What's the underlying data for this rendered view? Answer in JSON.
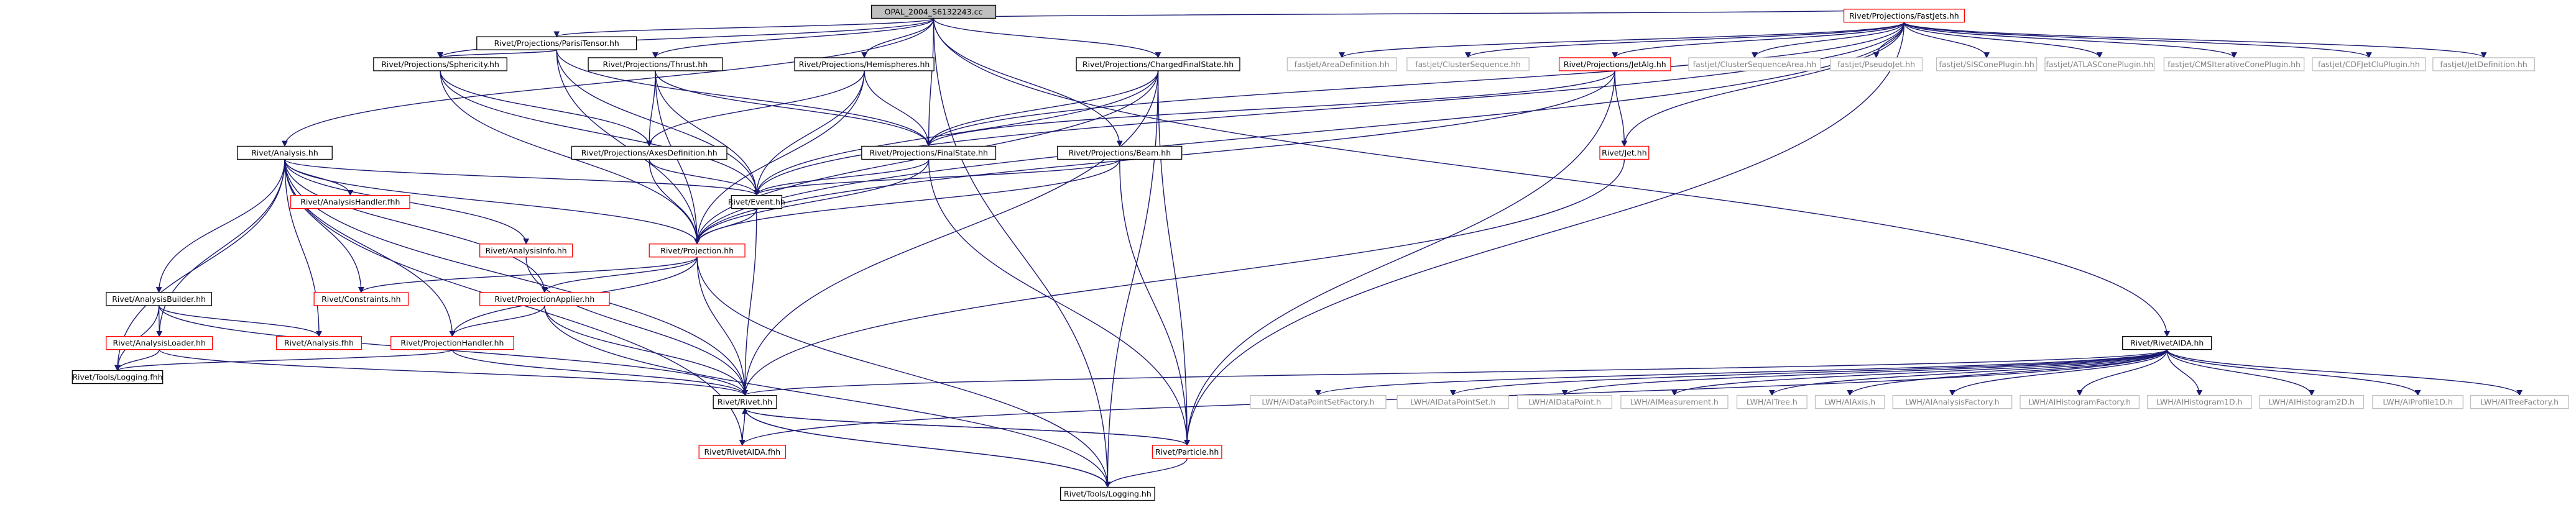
{
  "colors": {
    "edge": "#191970",
    "edge_alt": "#006400",
    "border_normal": "#000000",
    "border_red": "#ff0000",
    "border_grey": "#bfbfbf",
    "text_normal": "#000000",
    "text_grey": "#808080",
    "root_fill": "#bfbfbf",
    "node_fill": "#ffffff"
  },
  "nodes": [
    {
      "id": "root",
      "label": "OPAL_2004_S6132243.cc",
      "style": "root"
    },
    {
      "id": "fastjets",
      "label": "Rivet/Projections/FastJets.hh",
      "style": "red"
    },
    {
      "id": "paris",
      "label": "Rivet/Projections/ParisiTensor.hh",
      "style": "normal"
    },
    {
      "id": "thrust",
      "label": "Rivet/Projections/Thrust.hh",
      "style": "normal"
    },
    {
      "id": "hemis",
      "label": "Rivet/Projections/Hemispheres.hh",
      "style": "normal"
    },
    {
      "id": "cfs",
      "label": "Rivet/Projections/ChargedFinalState.hh",
      "style": "normal"
    },
    {
      "id": "sphericity",
      "label": "Rivet/Projections/Sphericity.hh",
      "style": "normal"
    },
    {
      "id": "analysis",
      "label": "Rivet/Analysis.hh",
      "style": "normal"
    },
    {
      "id": "axesdef",
      "label": "Rivet/Projections/AxesDefinition.hh",
      "style": "normal"
    },
    {
      "id": "fs",
      "label": "Rivet/Projections/FinalState.hh",
      "style": "normal"
    },
    {
      "id": "beam",
      "label": "Rivet/Projections/Beam.hh",
      "style": "normal"
    },
    {
      "id": "event",
      "label": "Rivet/Event.hh",
      "style": "normal"
    },
    {
      "id": "analysishandler",
      "label": "Rivet/AnalysisHandler.fhh",
      "style": "red"
    },
    {
      "id": "analysisinfo",
      "label": "Rivet/AnalysisInfo.hh",
      "style": "red"
    },
    {
      "id": "projection",
      "label": "Rivet/Projection.hh",
      "style": "red"
    },
    {
      "id": "constraints",
      "label": "Rivet/Constraints.hh",
      "style": "red"
    },
    {
      "id": "projapplier",
      "label": "Rivet/ProjectionApplier.hh",
      "style": "red"
    },
    {
      "id": "analysisbuilder",
      "label": "Rivet/AnalysisBuilder.hh",
      "style": "normal"
    },
    {
      "id": "analysisloader",
      "label": "Rivet/AnalysisLoader.hh",
      "style": "red"
    },
    {
      "id": "analysisfhh",
      "label": "Rivet/Analysis.fhh",
      "style": "red"
    },
    {
      "id": "projhandler",
      "label": "Rivet/ProjectionHandler.hh",
      "style": "red"
    },
    {
      "id": "loggingfhh",
      "label": "Rivet/Tools/Logging.fhh",
      "style": "normal"
    },
    {
      "id": "rivethh",
      "label": "Rivet/Rivet.hh",
      "style": "normal"
    },
    {
      "id": "rivetaidafhh",
      "label": "Rivet/RivetAIDA.fhh",
      "style": "red"
    },
    {
      "id": "particle",
      "label": "Rivet/Particle.hh",
      "style": "red"
    },
    {
      "id": "logginghh",
      "label": "Rivet/Tools/Logging.hh",
      "style": "normal"
    },
    {
      "id": "jetalg",
      "label": "Rivet/Projections/JetAlg.hh",
      "style": "red"
    },
    {
      "id": "jet",
      "label": "Rivet/Jet.hh",
      "style": "red"
    },
    {
      "id": "areadef",
      "label": "fastjet/AreaDefinition.hh",
      "style": "grey"
    },
    {
      "id": "clusterseq",
      "label": "fastjet/ClusterSequence.hh",
      "style": "grey"
    },
    {
      "id": "clusterseqarea",
      "label": "fastjet/ClusterSequenceArea.hh",
      "style": "grey"
    },
    {
      "id": "pseudojet",
      "label": "fastjet/PseudoJet.hh",
      "style": "grey"
    },
    {
      "id": "siscone",
      "label": "fastjet/SISConePlugin.hh",
      "style": "grey"
    },
    {
      "id": "atlascone",
      "label": "fastjet/ATLASConePlugin.hh",
      "style": "grey"
    },
    {
      "id": "cmscone",
      "label": "fastjet/CMSIterativeConePlugin.hh",
      "style": "grey"
    },
    {
      "id": "cdfjetclu",
      "label": "fastjet/CDFJetCluPlugin.hh",
      "style": "grey"
    },
    {
      "id": "jetdef",
      "label": "fastjet/JetDefinition.hh",
      "style": "grey"
    },
    {
      "id": "rivetaida",
      "label": "Rivet/RivetAIDA.hh",
      "style": "normal"
    },
    {
      "id": "dpsfactory",
      "label": "LWH/AIDataPointSetFactory.h",
      "style": "grey"
    },
    {
      "id": "dps",
      "label": "LWH/AIDataPointSet.h",
      "style": "grey"
    },
    {
      "id": "dp",
      "label": "LWH/AIDataPoint.h",
      "style": "grey"
    },
    {
      "id": "meas",
      "label": "LWH/AIMeasurement.h",
      "style": "grey"
    },
    {
      "id": "tree",
      "label": "LWH/AITree.h",
      "style": "grey"
    },
    {
      "id": "axis",
      "label": "LWH/AIAxis.h",
      "style": "grey"
    },
    {
      "id": "anafactory",
      "label": "LWH/AIAnalysisFactory.h",
      "style": "grey"
    },
    {
      "id": "histfactory",
      "label": "LWH/AIHistogramFactory.h",
      "style": "grey"
    },
    {
      "id": "hist1d",
      "label": "LWH/AIHistogram1D.h",
      "style": "grey"
    },
    {
      "id": "hist2d",
      "label": "LWH/AIHistogram2D.h",
      "style": "grey"
    },
    {
      "id": "profile1d",
      "label": "LWH/AIProfile1D.h",
      "style": "grey"
    },
    {
      "id": "treefactory",
      "label": "LWH/AITreeFactory.h",
      "style": "grey"
    }
  ],
  "edges": [
    [
      "root",
      "fastjets"
    ],
    [
      "root",
      "paris"
    ],
    [
      "root",
      "thrust"
    ],
    [
      "root",
      "hemis"
    ],
    [
      "root",
      "cfs"
    ],
    [
      "root",
      "sphericity"
    ],
    [
      "root",
      "analysis"
    ],
    [
      "root",
      "fs"
    ],
    [
      "root",
      "beam"
    ],
    [
      "root",
      "rivetaida"
    ],
    [
      "root",
      "logginghh"
    ],
    [
      "fastjets",
      "fs"
    ],
    [
      "fastjets",
      "areadef"
    ],
    [
      "fastjets",
      "clusterseq"
    ],
    [
      "fastjets",
      "jetalg"
    ],
    [
      "fastjets",
      "clusterseqarea"
    ],
    [
      "fastjets",
      "pseudojet"
    ],
    [
      "fastjets",
      "siscone"
    ],
    [
      "fastjets",
      "atlascone"
    ],
    [
      "fastjets",
      "cmscone"
    ],
    [
      "fastjets",
      "cdfjetclu"
    ],
    [
      "fastjets",
      "jetdef"
    ],
    [
      "fastjets",
      "jet"
    ],
    [
      "fastjets",
      "particle"
    ],
    [
      "fastjets",
      "projection"
    ],
    [
      "fastjets",
      "event"
    ],
    [
      "paris",
      "sphericity"
    ],
    [
      "paris",
      "fs"
    ],
    [
      "paris",
      "event"
    ],
    [
      "paris",
      "projection"
    ],
    [
      "thrust",
      "axesdef"
    ],
    [
      "thrust",
      "fs"
    ],
    [
      "thrust",
      "event"
    ],
    [
      "thrust",
      "projection"
    ],
    [
      "hemis",
      "axesdef"
    ],
    [
      "hemis",
      "fs"
    ],
    [
      "hemis",
      "event"
    ],
    [
      "hemis",
      "projection"
    ],
    [
      "cfs",
      "fs"
    ],
    [
      "cfs",
      "projection"
    ],
    [
      "cfs",
      "event"
    ],
    [
      "cfs",
      "particle"
    ],
    [
      "cfs",
      "rivethh"
    ],
    [
      "cfs",
      "logginghh"
    ],
    [
      "sphericity",
      "axesdef"
    ],
    [
      "sphericity",
      "event"
    ],
    [
      "sphericity",
      "projection"
    ],
    [
      "analysis",
      "analysishandler"
    ],
    [
      "analysis",
      "analysisinfo"
    ],
    [
      "analysis",
      "event"
    ],
    [
      "analysis",
      "projection"
    ],
    [
      "analysis",
      "constraints"
    ],
    [
      "analysis",
      "projapplier"
    ],
    [
      "analysis",
      "analysisbuilder"
    ],
    [
      "analysis",
      "analysisloader"
    ],
    [
      "analysis",
      "analysisfhh"
    ],
    [
      "analysis",
      "projhandler"
    ],
    [
      "analysis",
      "loggingfhh"
    ],
    [
      "analysis",
      "rivethh"
    ],
    [
      "analysis",
      "rivetaidafhh"
    ],
    [
      "axesdef",
      "event"
    ],
    [
      "axesdef",
      "projection"
    ],
    [
      "fs",
      "event"
    ],
    [
      "fs",
      "projection"
    ],
    [
      "fs",
      "particle"
    ],
    [
      "beam",
      "event"
    ],
    [
      "beam",
      "projection"
    ],
    [
      "beam",
      "particle"
    ],
    [
      "jetalg",
      "fs"
    ],
    [
      "jetalg",
      "jet"
    ],
    [
      "jetalg",
      "projection"
    ],
    [
      "jetalg",
      "particle"
    ],
    [
      "jet",
      "rivethh"
    ],
    [
      "event",
      "projection"
    ],
    [
      "event",
      "rivethh"
    ],
    [
      "analysisinfo",
      "rivethh"
    ],
    [
      "projection",
      "constraints"
    ],
    [
      "projection",
      "projapplier"
    ],
    [
      "projection",
      "projhandler"
    ],
    [
      "projection",
      "rivethh"
    ],
    [
      "projection",
      "logginghh"
    ],
    [
      "projapplier",
      "projhandler"
    ],
    [
      "projapplier",
      "rivethh"
    ],
    [
      "projapplier",
      "logginghh"
    ],
    [
      "projhandler",
      "rivethh"
    ],
    [
      "projhandler",
      "loggingfhh"
    ],
    [
      "analysisbuilder",
      "analysisloader"
    ],
    [
      "analysisbuilder",
      "analysisfhh"
    ],
    [
      "analysisbuilder",
      "loggingfhh"
    ],
    [
      "analysisbuilder",
      "rivethh"
    ],
    [
      "analysisloader",
      "loggingfhh"
    ],
    [
      "analysisloader",
      "rivethh"
    ],
    [
      "rivethh",
      "rivetaidafhh"
    ],
    [
      "rivethh",
      "particle"
    ],
    [
      "rivethh",
      "logginghh"
    ],
    [
      "particle",
      "rivethh"
    ],
    [
      "particle",
      "logginghh"
    ],
    [
      "logginghh",
      "rivethh"
    ],
    [
      "rivetaida",
      "dpsfactory"
    ],
    [
      "rivetaida",
      "dps"
    ],
    [
      "rivetaida",
      "dp"
    ],
    [
      "rivetaida",
      "meas"
    ],
    [
      "rivetaida",
      "tree"
    ],
    [
      "rivetaida",
      "axis"
    ],
    [
      "rivetaida",
      "anafactory"
    ],
    [
      "rivetaida",
      "histfactory"
    ],
    [
      "rivetaida",
      "hist1d"
    ],
    [
      "rivetaida",
      "hist2d"
    ],
    [
      "rivetaida",
      "profile1d"
    ],
    [
      "rivetaida",
      "treefactory"
    ],
    [
      "rivetaida",
      "rivethh"
    ],
    [
      "rivetaida",
      "rivetaidafhh"
    ]
  ]
}
